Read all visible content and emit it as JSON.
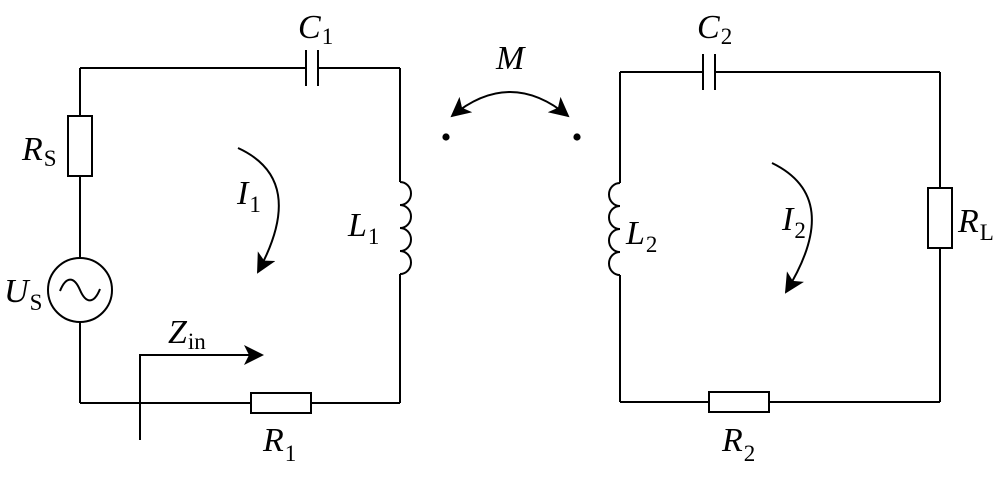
{
  "colors": {
    "line": "#000000",
    "background": "#ffffff"
  },
  "labels": {
    "C1": {
      "main": "C",
      "sub": "1"
    },
    "C2": {
      "main": "C",
      "sub": "2"
    },
    "RS": {
      "main": "R",
      "sub": "S"
    },
    "US": {
      "main": "U",
      "sub": "S"
    },
    "I1": {
      "main": "I",
      "sub": "1"
    },
    "L1": {
      "main": "L",
      "sub": "1"
    },
    "Zin": {
      "main": "Z",
      "sub": "in"
    },
    "R1": {
      "main": "R",
      "sub": "1"
    },
    "M": {
      "main": "M"
    },
    "L2": {
      "main": "L",
      "sub": "2"
    },
    "I2": {
      "main": "I",
      "sub": "2"
    },
    "RL": {
      "main": "R",
      "sub": "L"
    },
    "R2": {
      "main": "R",
      "sub": "2"
    }
  },
  "icons": [
    "ac-source-icon",
    "resistor-icon",
    "capacitor-icon",
    "inductor-icon",
    "current-arrow-icon",
    "coupling-arrow-icon",
    "dot-marker-icon"
  ]
}
